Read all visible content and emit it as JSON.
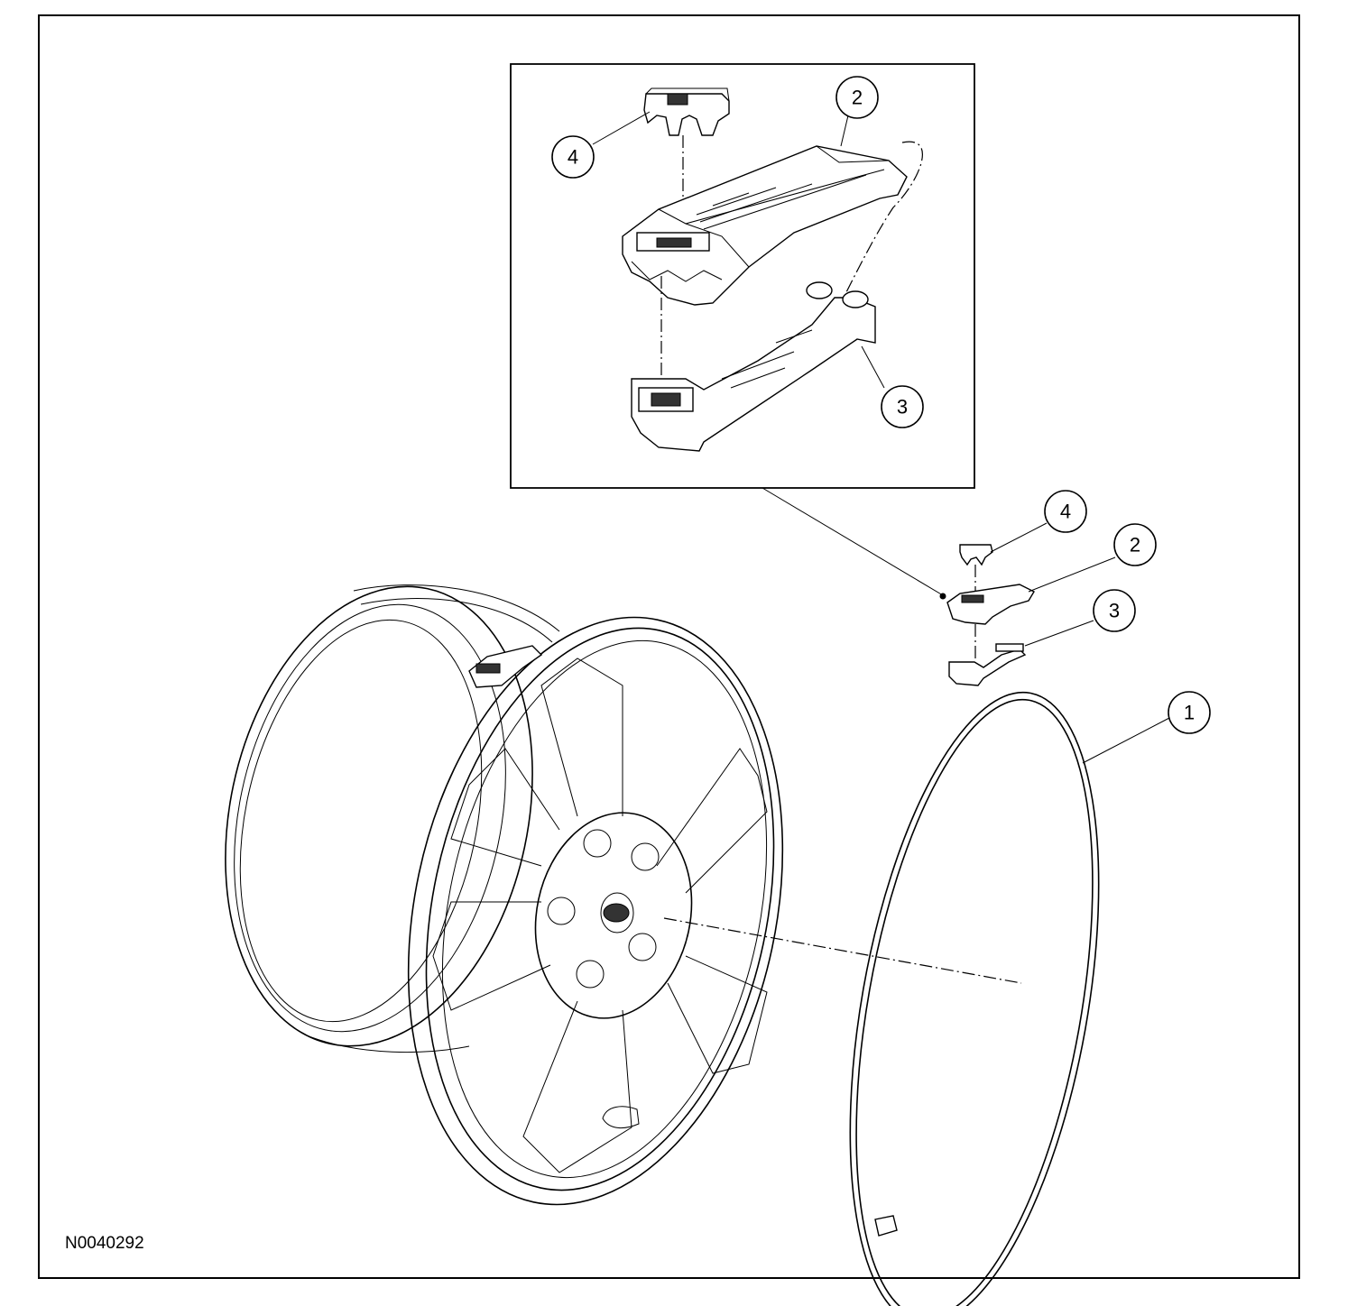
{
  "figure": {
    "id_label": "N0040292"
  },
  "callouts": {
    "inset_4": "4",
    "inset_2": "2",
    "inset_3": "3",
    "main_4": "4",
    "main_2": "2",
    "main_3": "3",
    "main_1": "1"
  },
  "parts": [
    {
      "number": "1",
      "icon": "band-strap-icon"
    },
    {
      "number": "2",
      "icon": "tire-pressure-sensor-icon"
    },
    {
      "number": "3",
      "icon": "sensor-bracket-icon"
    },
    {
      "number": "4",
      "icon": "sensor-clip-icon"
    }
  ]
}
